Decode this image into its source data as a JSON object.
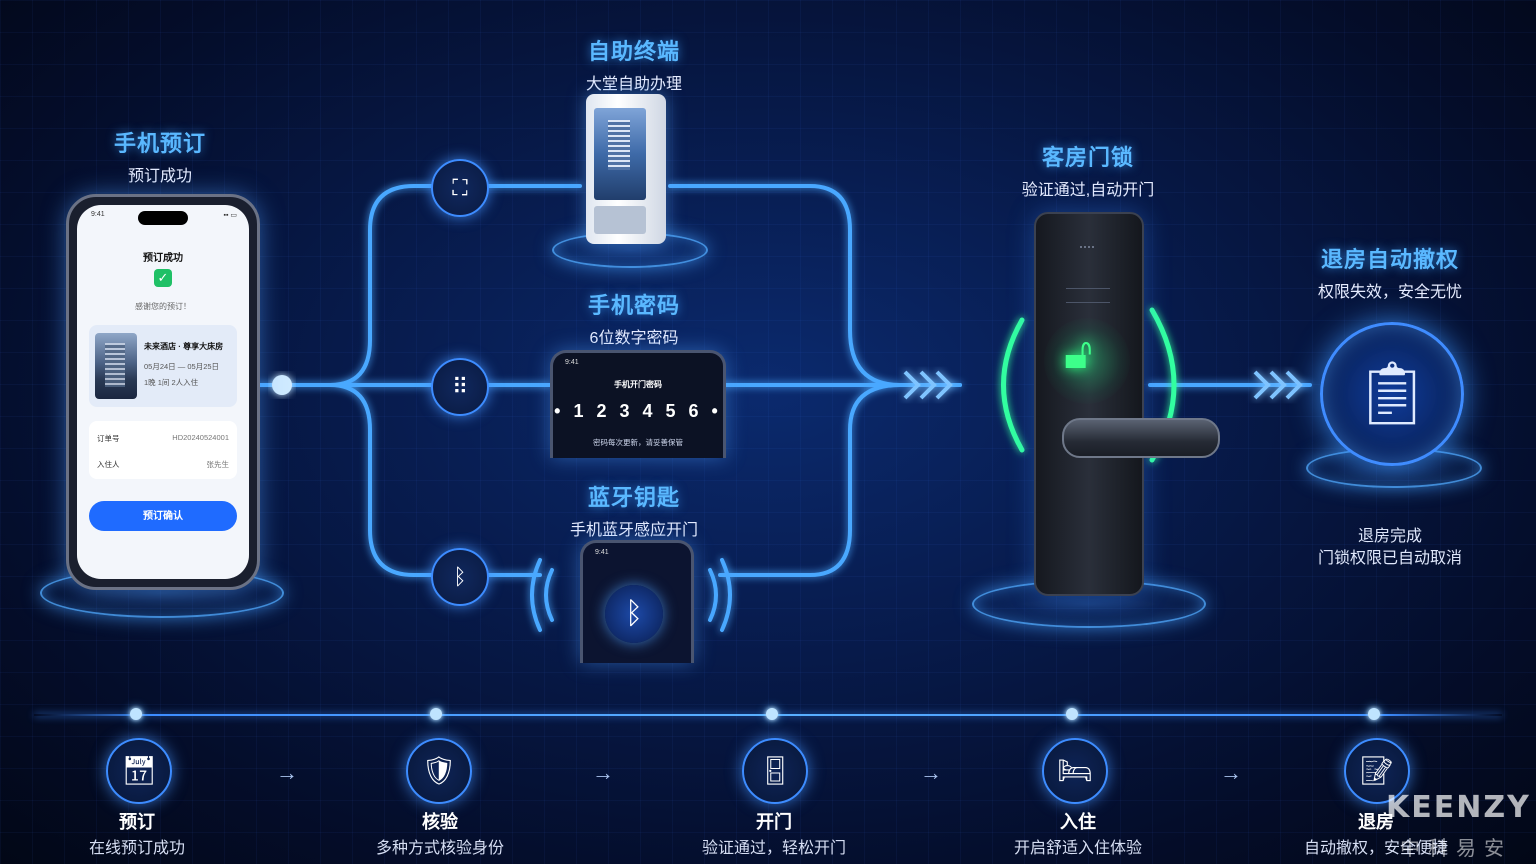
{
  "stages": {
    "phone_booking": {
      "title": "手机预订",
      "subtitle": "预订成功"
    },
    "kiosk": {
      "title": "自助终端",
      "subtitle": "大堂自助办理"
    },
    "phone_pin": {
      "title": "手机密码",
      "subtitle": "6位数字密码"
    },
    "bluetooth": {
      "title": "蓝牙钥匙",
      "subtitle": "手机蓝牙感应开门"
    },
    "door_lock": {
      "title": "客房门锁",
      "subtitle": "验证通过,自动开门"
    },
    "checkout": {
      "title": "退房自动撤权",
      "subtitle": "权限失效，安全无忧",
      "desc_line1": "退房完成",
      "desc_line2": "门锁权限已自动取消"
    }
  },
  "booking_phone": {
    "status_time": "9:41",
    "title": "预订成功",
    "thanks": "感谢您的预订！",
    "hotel_name": "未来酒店 · 尊享大床房",
    "dates": "05月24日 — 05月25日",
    "room_info": "1晚    1间 2人入住",
    "order_label": "订单号",
    "order_value": "HD20240524001",
    "guest_label": "入住人",
    "guest_value": "张先生",
    "confirm_button": "预订确认"
  },
  "pin_phone": {
    "status_time": "9:41",
    "title": "手机开门密码",
    "pin": "• 1 2 3 4 5 6 •",
    "note": "密码每次更新，请妥善保管"
  },
  "bt_phone": {
    "status_time": "9:41"
  },
  "timeline": [
    {
      "label": "预订",
      "sub": "在线预订成功",
      "icon": "calendar-icon"
    },
    {
      "label": "核验",
      "sub": "多种方式核验身份",
      "icon": "shield-check-icon"
    },
    {
      "label": "开门",
      "sub": "验证通过，轻松开门",
      "icon": "door-icon"
    },
    {
      "label": "入住",
      "sub": "开启舒适入住体验",
      "icon": "bed-icon"
    },
    {
      "label": "退房",
      "sub": "自动撤权，安全便捷",
      "icon": "checklist-icon"
    }
  ],
  "brand": {
    "name": "KEENZY",
    "cn": "中科易安"
  },
  "colors": {
    "accent": "#3d8cff",
    "title": "#5ab8ff",
    "unlock": "#3dff8a",
    "button": "#1f6bff"
  }
}
